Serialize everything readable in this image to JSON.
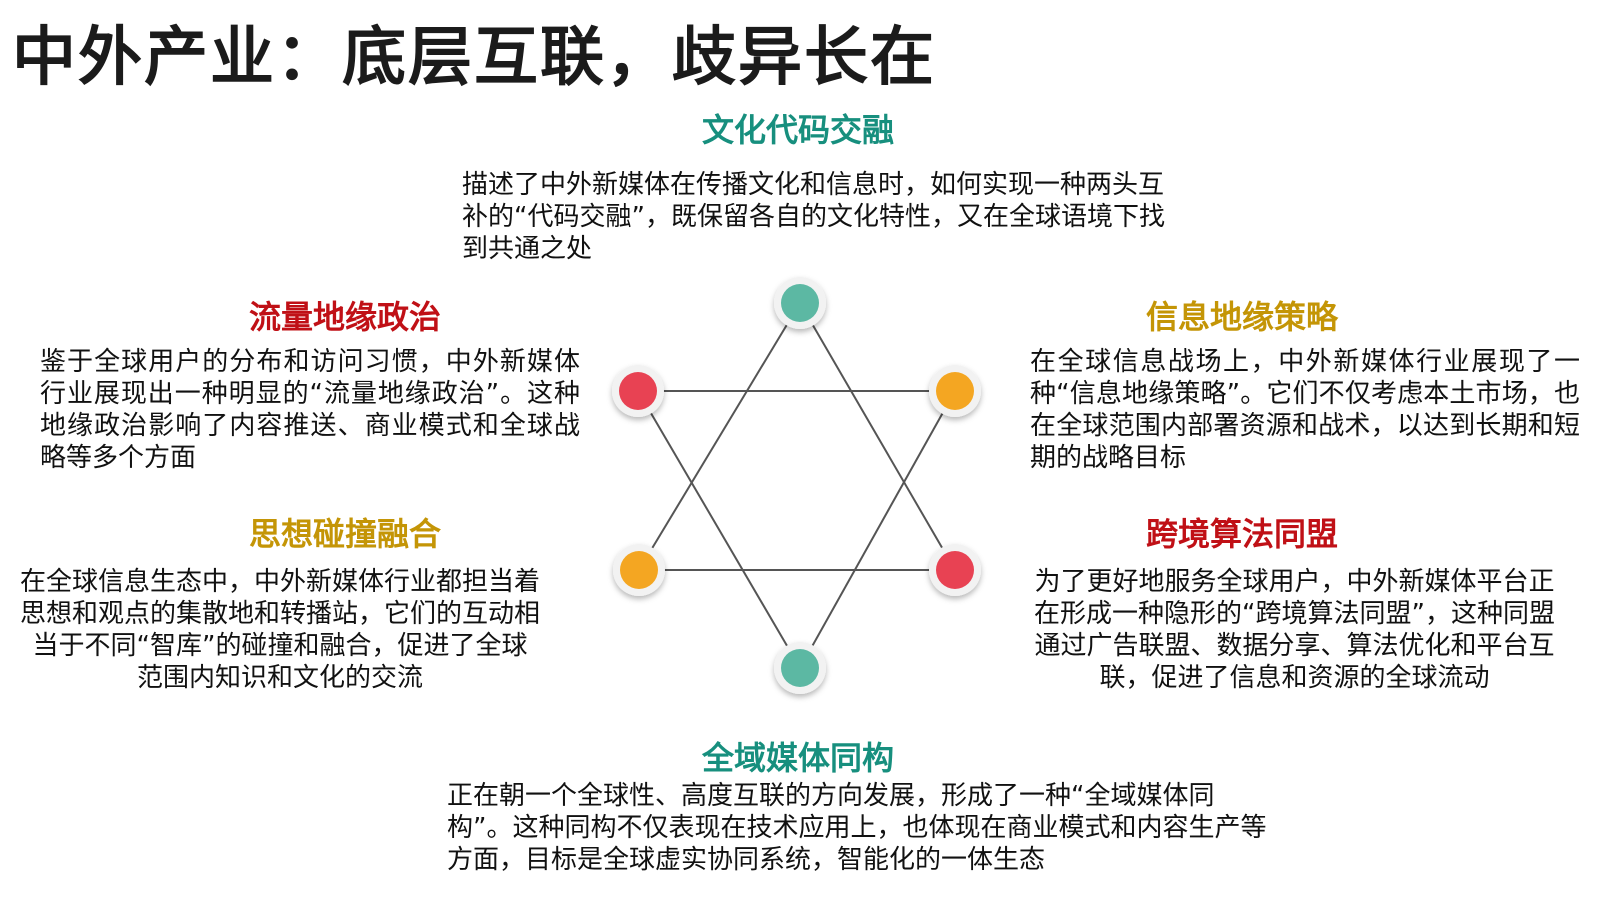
{
  "title": "中外产业：底层互联，歧异长在",
  "colors": {
    "teal": "#5bb8a3",
    "red": "#e84352",
    "orange": "#f4a620",
    "heading_teal": "#178f7e",
    "heading_red": "#c01016",
    "heading_gold": "#c49506",
    "line": "#555555"
  },
  "sections": {
    "top": {
      "heading": "文化代码交融",
      "text": "描述了中外新媒体在传播文化和信息时，如何实现一种两头互补的“代码交融”，既保留各自的文化特性，又在全球语境下找到共通之处"
    },
    "left1": {
      "heading": "流量地缘政治",
      "text": "鉴于全球用户的分布和访问习惯，中外新媒体行业展现出一种明显的“流量地缘政治”。这种地缘政治影响了内容推送、商业模式和全球战略等多个方面"
    },
    "right1": {
      "heading": "信息地缘策略",
      "text": "在全球信息战场上，中外新媒体行业展现了一种“信息地缘策略”。它们不仅考虑本土市场，也在全球范围内部署资源和战术，以达到长期和短期的战略目标"
    },
    "left2": {
      "heading": "思想碰撞融合",
      "text": "在全球信息生态中，中外新媒体行业都担当着思想和观点的集散地和转播站，它们的互动相当于不同“智库”的碰撞和融合，促进了全球范围内知识和文化的交流"
    },
    "right2": {
      "heading": "跨境算法同盟",
      "text": "为了更好地服务全球用户，中外新媒体平台正在形成一种隐形的“跨境算法同盟”，这种同盟通过广告联盟、数据分享、算法优化和平台互联，促进了信息和资源的全球流动"
    },
    "bottom": {
      "heading": "全域媒体同构",
      "text": "正在朝一个全球性、高度互联的方向发展，形成了一种“全域媒体同构”。这种同构不仅表现在技术应用上，也体现在商业模式和内容生产等方面，目标是全球虚实协同系统，智能化的一体生态"
    }
  }
}
